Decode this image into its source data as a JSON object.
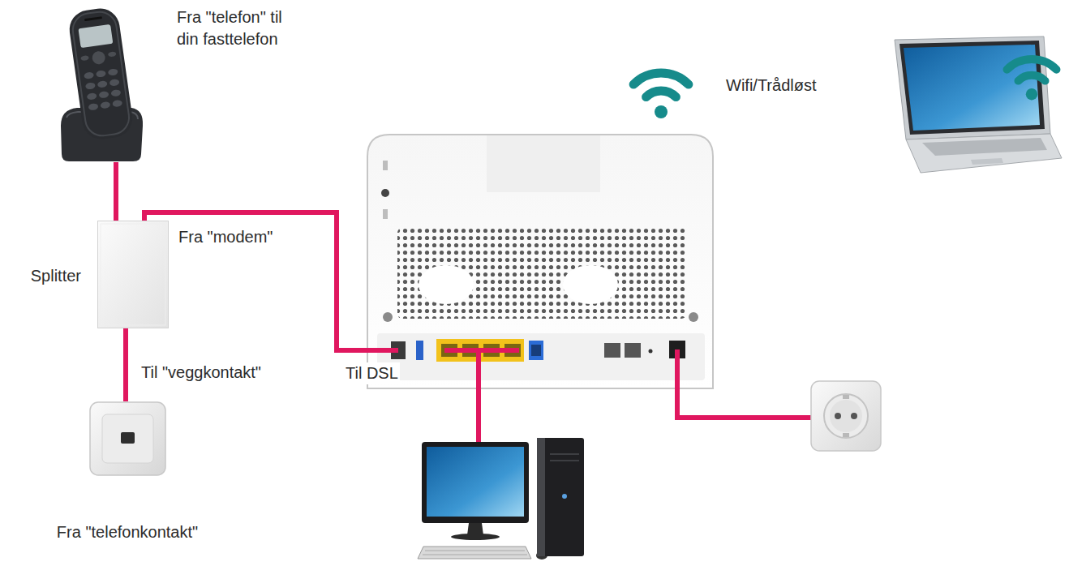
{
  "diagram": {
    "nodes": [
      {
        "text": [
          "Fra \"telefon\" til din fasttelefon"
        ]
      },
      {
        "text": [
          "Wifi/Trådløst"
        ]
      },
      {
        "text": [
          "Splitter"
        ]
      },
      {
        "text": [
          "Til DSL"
        ]
      },
      {
        "text": [
          "Fra \"telefonkontakt\""
        ]
      }
    ],
    "edges": [
      {
        "from": 0,
        "to": 2,
        "arrow": "none"
      },
      {
        "from": 2,
        "to": 3,
        "label": "Fra \"modem\"",
        "arrow": "none"
      },
      {
        "from": 2,
        "to": 4,
        "label": "Til \"veggkontakt\"",
        "arrow": "none"
      }
    ]
  }
}
